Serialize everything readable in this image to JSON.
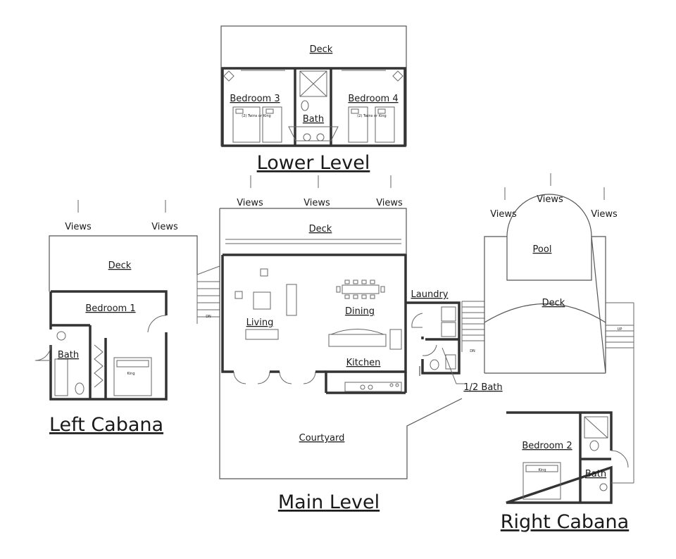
{
  "lower_level": {
    "title": "Lower Level",
    "deck": "Deck",
    "bedroom3": "Bedroom 3",
    "bedroom4": "Bedroom 4",
    "bath": "Bath",
    "bed_note": "(2) Twins or King"
  },
  "main_level": {
    "title": "Main Level",
    "deck": "Deck",
    "living": "Living",
    "dining": "Dining",
    "kitchen": "Kitchen",
    "laundry": "Laundry",
    "half_bath": "1/2 Bath",
    "courtyard": "Courtyard",
    "pool": "Pool",
    "pool_deck": "Deck",
    "dn": "DN",
    "up": "UP"
  },
  "left_cabana": {
    "title": "Left Cabana",
    "deck": "Deck",
    "bedroom": "Bedroom 1",
    "bath": "Bath",
    "bed": "King"
  },
  "right_cabana": {
    "title": "Right Cabana",
    "bedroom": "Bedroom 2",
    "bath": "Bath",
    "bed": "King"
  },
  "views_label": "Views"
}
